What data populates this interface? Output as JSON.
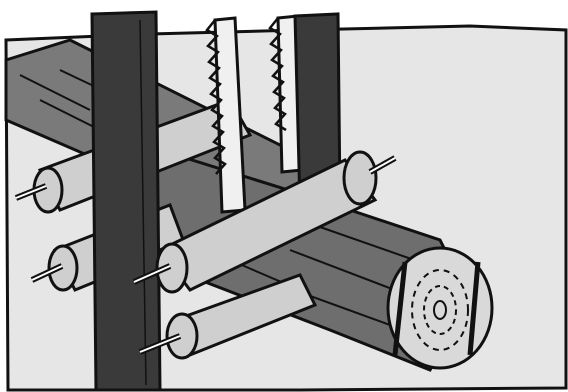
{
  "image": {
    "subject": "sawmill-illustration",
    "style": "grayscale-cartoon",
    "palette": {
      "background": "#ffffff",
      "panel": "#e6e6e6",
      "ink": "#111111",
      "post": "#3a3a3a",
      "log_dark": "#6e6e6e",
      "log_mid": "#8c8c8c",
      "roller": "#cfcfcf",
      "roller_shade": "#a9a9a9",
      "blade": "#f0f0f0",
      "end_grain": "#d9d9d9"
    },
    "elements": {
      "posts": [
        "left-post",
        "right-post"
      ],
      "blades": [
        "saw-blade-left",
        "saw-blade-right"
      ],
      "rollers": [
        "roller-top-left",
        "roller-mid-left",
        "roller-front",
        "roller-bottom"
      ],
      "log": "log"
    }
  }
}
